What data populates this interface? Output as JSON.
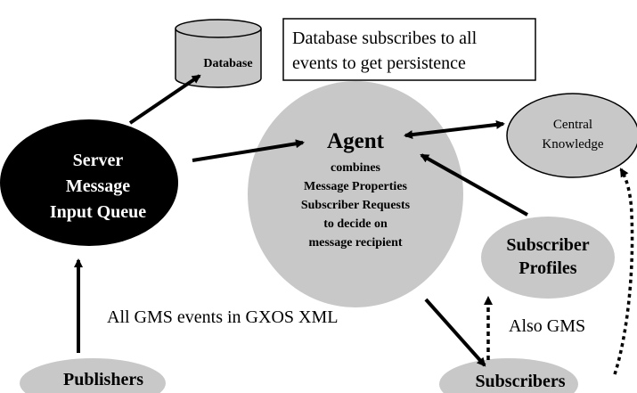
{
  "nodes": {
    "database": {
      "label": "Database"
    },
    "database_note": {
      "line1": "Database subscribes to all",
      "line2": "events to get persistence"
    },
    "server_queue": {
      "line1": "Server",
      "line2": "Message",
      "line3": "Input Queue"
    },
    "agent": {
      "title": "Agent",
      "line1": "combines",
      "line2": "Message Properties",
      "line3": "Subscriber Requests",
      "line4": "to decide on",
      "line5": "message recipient"
    },
    "central_knowledge": {
      "line1": "Central",
      "line2": "Knowledge"
    },
    "subscriber_profiles": {
      "line1": "Subscriber",
      "line2": "Profiles"
    },
    "publishers": {
      "label": "Publishers"
    },
    "subscribers": {
      "label": "Subscribers"
    }
  },
  "labels": {
    "gms_events": "All GMS events in GXOS XML",
    "also_gms": "Also GMS"
  },
  "colors": {
    "node_gray": "#c8c8c8",
    "queue_black": "#000000",
    "stroke": "#000000",
    "background": "#ffffff"
  }
}
